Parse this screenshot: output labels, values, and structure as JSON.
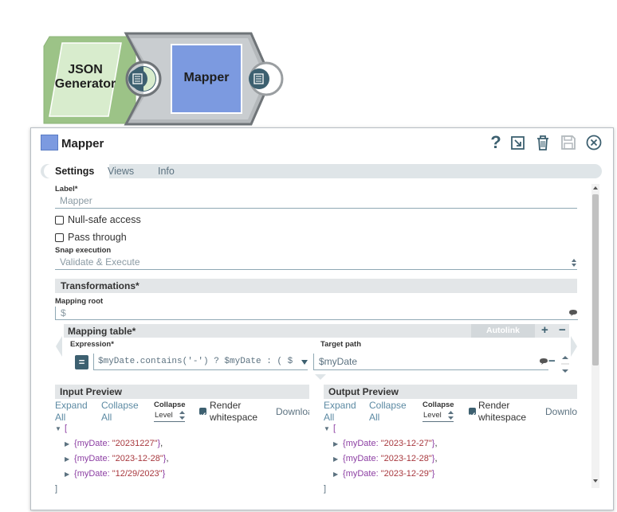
{
  "canvas": {
    "json_generator_label_line1": "JSON",
    "json_generator_label_line2": "Generator",
    "mapper_label": "Mapper"
  },
  "dialog": {
    "title": "Mapper",
    "accent_color": "#7c9ae0",
    "header_icons": [
      "help-icon",
      "export-icon",
      "trash-icon",
      "save-icon",
      "close-icon"
    ],
    "tabs": [
      {
        "label": "Settings",
        "active": true
      },
      {
        "label": "Views",
        "active": false
      },
      {
        "label": "Info",
        "active": false
      }
    ],
    "settings": {
      "label_caption": "Label*",
      "label_value": "Mapper",
      "null_safe_label": "Null-safe access",
      "pass_through_label": "Pass through",
      "snap_execution_caption": "Snap execution",
      "snap_execution_value": "Validate & Execute",
      "transformations_title": "Transformations*",
      "mapping_root_caption": "Mapping root",
      "mapping_root_value": "$",
      "mapping_table_title": "Mapping table*",
      "autolink_label": "Autolink",
      "add_label": "+",
      "remove_label": "−",
      "expression_caption": "Expression*",
      "target_path_caption": "Target path",
      "expression_value": "$myDate.contains('-') ? $myDate : ( $",
      "target_path_value": "$myDate",
      "row_remove_label": "−",
      "expr_button_label": "="
    },
    "input_preview": {
      "title": "Input Preview",
      "expand_all": "Expand All",
      "collapse_all": "Collapse All",
      "collapse_level_caption": "Collapse",
      "collapse_level_value": "Level",
      "render_whitespace": "Render whitespace",
      "download": "Download",
      "open_bracket": "[",
      "rows": [
        {
          "key": "myDate",
          "value": "\"20231227\"",
          "suffix": ","
        },
        {
          "key": "myDate",
          "value": "\"2023-12-28\"",
          "suffix": ","
        },
        {
          "key": "myDate",
          "value": "\"12/29/2023\"",
          "suffix": ""
        }
      ],
      "close_bracket": "]"
    },
    "output_preview": {
      "title": "Output Preview",
      "expand_all": "Expand All",
      "collapse_all": "Collapse All",
      "collapse_level_caption": "Collapse",
      "collapse_level_value": "Level",
      "render_whitespace": "Render whitespace",
      "download": "Download",
      "open_bracket": "[",
      "rows": [
        {
          "key": "myDate",
          "value": "\"2023-12-27\"",
          "suffix": ","
        },
        {
          "key": "myDate",
          "value": "\"2023-12-28\"",
          "suffix": ","
        },
        {
          "key": "myDate",
          "value": "\"2023-12-29\"",
          "suffix": ""
        }
      ],
      "close_bracket": "]"
    }
  }
}
